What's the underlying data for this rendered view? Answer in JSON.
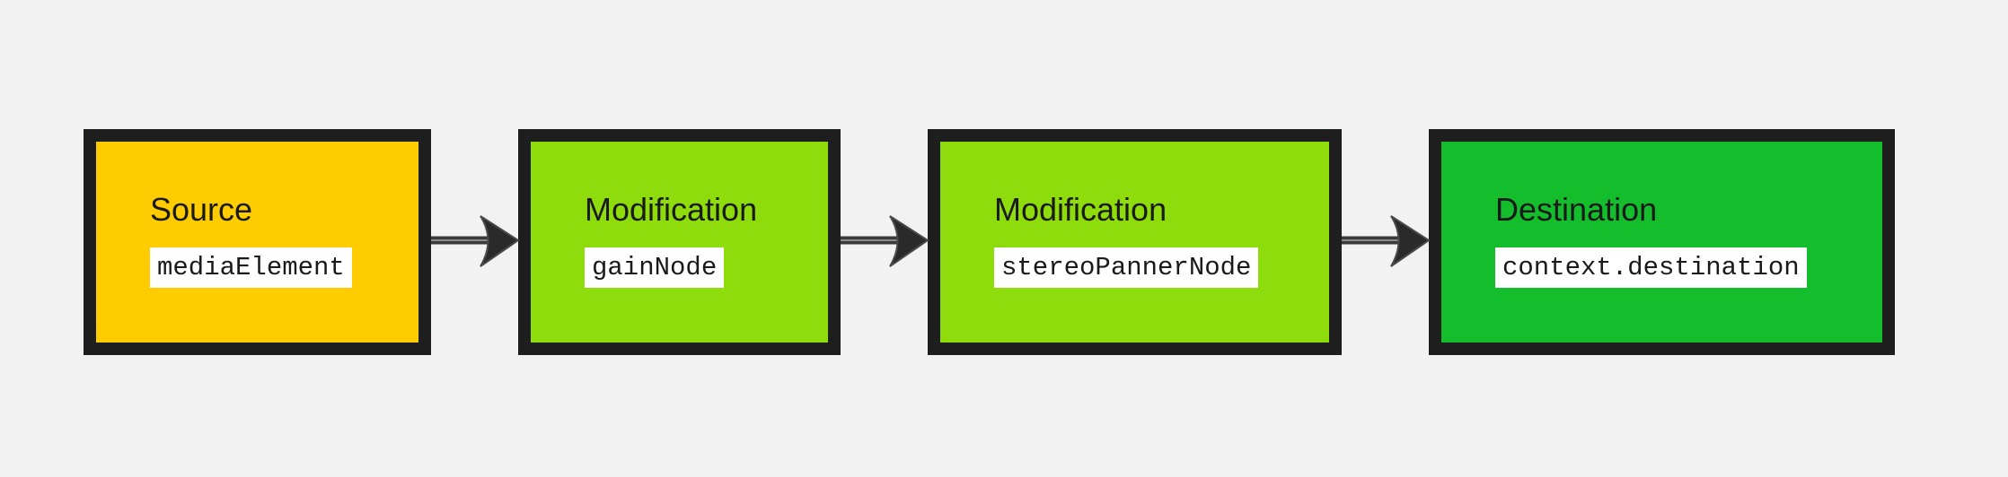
{
  "diagram": {
    "nodes": [
      {
        "id": "source",
        "title": "Source",
        "code": "mediaElement",
        "color": "#ffcc00"
      },
      {
        "id": "gain",
        "title": "Modification",
        "code": "gainNode",
        "color": "#8fdc0c"
      },
      {
        "id": "panner",
        "title": "Modification",
        "code": "stereoPannerNode",
        "color": "#8fdc0c"
      },
      {
        "id": "destination",
        "title": "Destination",
        "code": "context.destination",
        "color": "#14bd2c"
      }
    ],
    "edges": [
      {
        "from": "source",
        "to": "gain"
      },
      {
        "from": "gain",
        "to": "panner"
      },
      {
        "from": "panner",
        "to": "destination"
      }
    ],
    "border_color": "#1e1e1e",
    "arrow_color": "#3a3a3a"
  }
}
